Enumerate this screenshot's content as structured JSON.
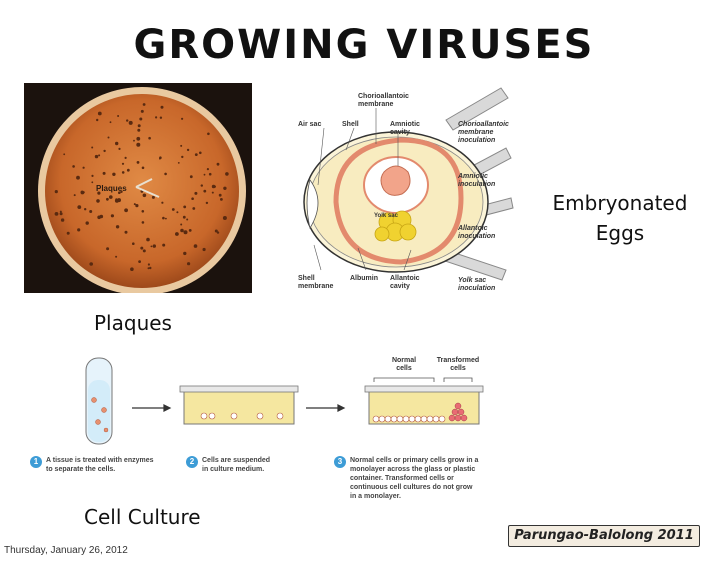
{
  "slide": {
    "title": "GROWING VIRUSES",
    "credit": "Parungao-Balolong 2011",
    "date": "Thursday, January 26, 2012"
  },
  "plaques": {
    "caption": "Plaques",
    "photo_label": "Plaques"
  },
  "eggs": {
    "caption_line1": "Embryonated",
    "caption_line2": "Eggs",
    "labels": {
      "chorioallantoic_membrane_line1": "Chorioallantoic",
      "chorioallantoic_membrane_line2": "membrane",
      "air_sac": "Air sac",
      "shell": "Shell",
      "amniotic_cavity_line1": "Amniotic",
      "amniotic_cavity_line2": "cavity",
      "yolk_sac": "Yolk sac",
      "shell_membrane_line1": "Shell",
      "shell_membrane_line2": "membrane",
      "albumin": "Albumin",
      "allantoic_cavity_line1": "Allantoic",
      "allantoic_cavity_line2": "cavity",
      "cam_inoc_line1": "Chorioallantoic",
      "cam_inoc_line2": "membrane",
      "cam_inoc_line3": "inoculation",
      "amniotic_inoc_line1": "Amniotic",
      "amniotic_inoc_line2": "inoculation",
      "allantoic_inoc_line1": "Allantoic",
      "allantoic_inoc_line2": "inoculation",
      "yolk_inoc_line1": "Yolk sac",
      "yolk_inoc_line2": "inoculation"
    }
  },
  "cell_culture": {
    "caption": "Cell Culture",
    "normal_line1": "Normal",
    "normal_line2": "cells",
    "transformed_line1": "Transformed",
    "transformed_line2": "cells",
    "steps": [
      {
        "num": "1",
        "lines": [
          "A tissue is treated with enzymes",
          "to separate the cells."
        ]
      },
      {
        "num": "2",
        "lines": [
          "Cells are suspended",
          "in culture medium."
        ]
      },
      {
        "num": "3",
        "lines": [
          "Normal cells or primary cells grow in a",
          "monolayer across the glass or plastic",
          "container. Transformed cells or",
          "continuous cell cultures do not grow",
          "in a monolayer."
        ]
      }
    ]
  },
  "colors": {
    "plate_agar": "#c8672a",
    "plate_rim": "#e9c9a0",
    "photo_bg": "#1b120d",
    "yolk": "#f0d230",
    "embryo": "#f2a48a",
    "membrane": "#e38a6d",
    "culture_medium": "#f5e7a0",
    "step_badge": "#3d9cd6"
  }
}
